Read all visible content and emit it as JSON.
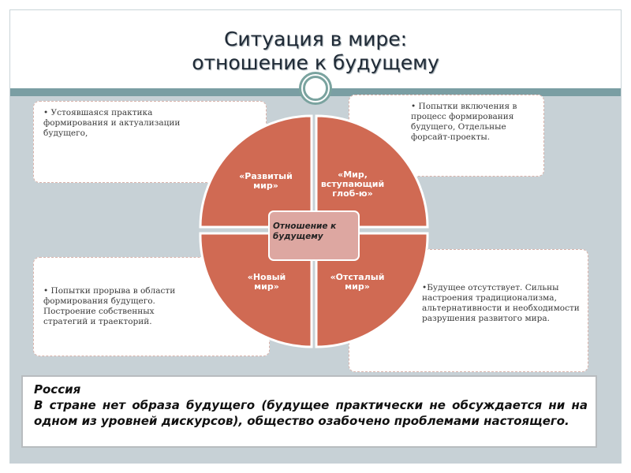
{
  "title": {
    "line1": "Ситуация в мире:",
    "line2": "отношение к будущему"
  },
  "diagram": {
    "center": "Отношение к будущему",
    "quadrants": {
      "top_left": "«Развитый мир»",
      "top_right": "«Мир, вступающий глоб-ю»",
      "bottom_left": "«Новый мир»",
      "bottom_right": "«Отсталый мир»"
    },
    "notes": {
      "top_left": "• Устоявшаяся практика формирования и актуализации будущего,",
      "top_right": "• Попытки включения в процесс формирования будущего, Отдельные форсайт-проекты.",
      "bottom_left": "• Попытки прорыва в области формирования будущего. Построение собственных стратегий и траекторий.",
      "bottom_right": "•Будущее отсутствует. Сильны настроения традиционализма, альтернативности и необходимости разрушения развитого мира."
    }
  },
  "russia": {
    "heading": "Россия",
    "text": "В стране нет образа будущего (будущее практически не обсуждается ни на одном из уровней дискурсов), общество озабочено проблемами настоящего."
  },
  "colors": {
    "quadrant_fill": "#d06a53",
    "center_fill": "#dda7a1",
    "band": "#c7d1d6",
    "accent": "#7a9ea3"
  }
}
